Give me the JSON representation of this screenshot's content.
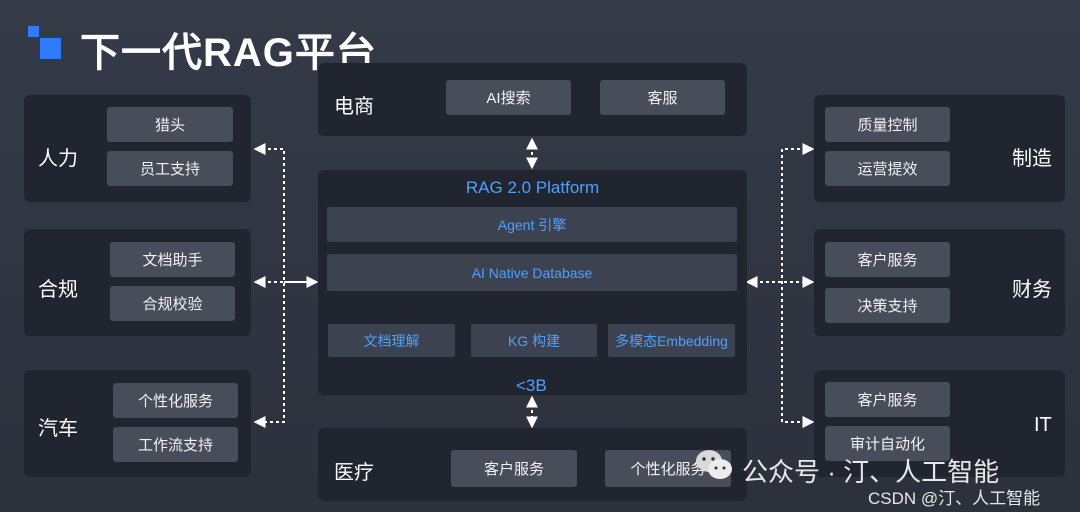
{
  "title": "下一代RAG平台",
  "top": {
    "label": "电商",
    "items": [
      "AI搜索",
      "客服"
    ]
  },
  "bottom": {
    "label": "医疗",
    "items": [
      "客户服务",
      "个性化服务"
    ]
  },
  "left": [
    {
      "label": "人力",
      "items": [
        "猎头",
        "员工支持"
      ]
    },
    {
      "label": "合规",
      "items": [
        "文档助手",
        "合规校验"
      ]
    },
    {
      "label": "汽车",
      "items": [
        "个性化服务",
        "工作流支持"
      ]
    }
  ],
  "right": [
    {
      "label": "制造",
      "items": [
        "质量控制",
        "运营提效"
      ]
    },
    {
      "label": "财务",
      "items": [
        "客户服务",
        "决策支持"
      ]
    },
    {
      "label": "IT",
      "items": [
        "客户服务",
        "审计自动化"
      ]
    }
  ],
  "platform": {
    "title": "RAG 2.0 Platform",
    "engine": "Agent 引擎",
    "database": "AI Native Database",
    "modules": [
      "文档理解",
      "KG 构建",
      "多模态Embedding"
    ],
    "size_note": "<3B"
  },
  "watermark": {
    "wechat": "公众号 · 汀、人工智能",
    "csdn": "CSDN @汀、人工智能"
  },
  "colors": {
    "accent": "#4fa0ff",
    "logo": "#2f7bff",
    "panel": "#202530",
    "chip": "#474d59"
  }
}
